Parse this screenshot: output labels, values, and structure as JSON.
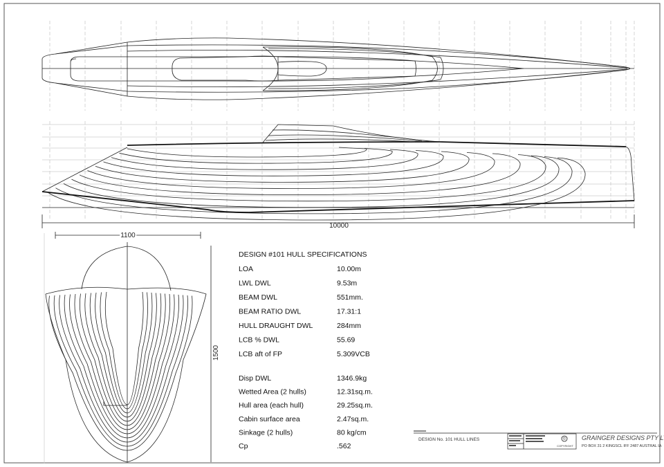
{
  "dimensions": {
    "length": "10000",
    "half_beam": "1100",
    "height": "1500"
  },
  "specs": {
    "title": "DESIGN #101 HULL SPECIFICATIONS",
    "rows": [
      {
        "label": "LOA",
        "value": "10.00m"
      },
      {
        "label": "LWL DWL",
        "value": "9.53m"
      },
      {
        "label": "BEAM DWL",
        "value": "551mm."
      },
      {
        "label": "BEAM RATIO DWL",
        "value": "17.31:1"
      },
      {
        "label": "HULL DRAUGHT DWL",
        "value": "284mm"
      },
      {
        "label": "LCB  % DWL",
        "value": "55.69"
      },
      {
        "label": "LCB aft of FP",
        "value": "5.309VCB"
      }
    ],
    "rows2": [
      {
        "label": "Disp DWL",
        "value": "1346.9kg"
      },
      {
        "label": "Wetted Area (2 hulls)",
        "value": "12.31sq.m."
      },
      {
        "label": "Hull area (each hull)",
        "value": "29.25sq.m."
      },
      {
        "label": "Cabin surface area",
        "value": "2.47sq.m."
      },
      {
        "label": "Sinkage (2 hulls)",
        "value": "80 kg/cm"
      },
      {
        "label": "Cp",
        "value": ".562"
      }
    ]
  },
  "title_block": {
    "drawing_title": "DESIGN No. 101 HULL LINES",
    "company": "GRAINGER DESIGNS PTY LTD",
    "address": "PO BOX 31 2 KINGSCL IFF 2487 AUSTRAL IA",
    "copyright_symbol": "©",
    "copyright_label": "COPYRIGHT"
  }
}
